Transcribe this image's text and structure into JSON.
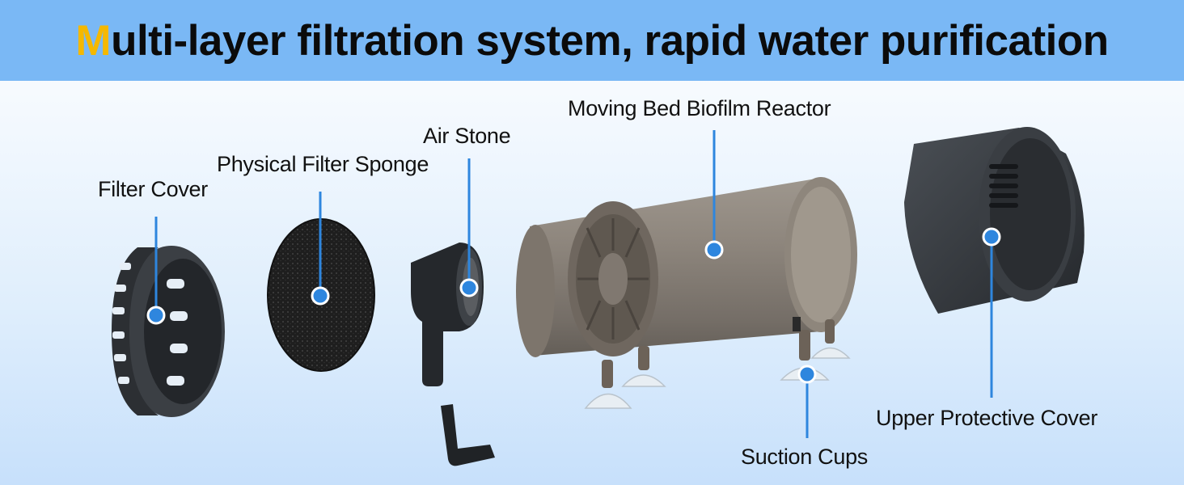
{
  "header": {
    "title_first_letter": "M",
    "title_rest": "ulti-layer filtration system, rapid water purification",
    "banner_color": "#7ab8f5",
    "accent_color": "#f5b800"
  },
  "callouts": {
    "filter_cover": "Filter Cover",
    "sponge": "Physical Filter Sponge",
    "air_stone": "Air Stone",
    "reactor": "Moving Bed Biofilm Reactor",
    "upper_cover": "Upper Protective Cover",
    "suction_cups": "Suction Cups",
    "marker_color": "#2e86de"
  }
}
